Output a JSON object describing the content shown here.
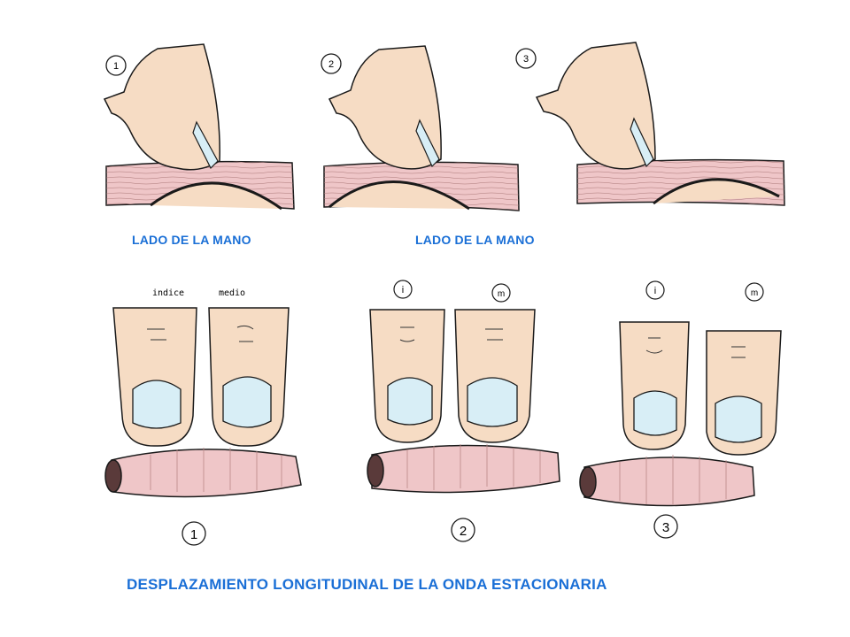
{
  "captions": {
    "side_of_hand_1": "LADO DE LA MANO",
    "side_of_hand_2": "LADO DE LA MANO",
    "main_title": "DESPLAZAMIENTO LONGITUDINAL DE LA ONDA ESTACIONARIA"
  },
  "top_panels": [
    {
      "step": "1"
    },
    {
      "step": "2"
    },
    {
      "step": "3"
    }
  ],
  "bottom_panels": [
    {
      "step": "1",
      "finger_index_label": "indice",
      "finger_middle_label": "medio"
    },
    {
      "step": "2",
      "finger_index_label": "i",
      "finger_middle_label": "m"
    },
    {
      "step": "3",
      "finger_index_label": "i",
      "finger_middle_label": "m"
    }
  ],
  "colors": {
    "caption": "#1a6fd6",
    "skin": "#f6dcc4",
    "nail": "#d8eef6",
    "tissue": "#efc6c8",
    "outline": "#1a1a1a"
  }
}
